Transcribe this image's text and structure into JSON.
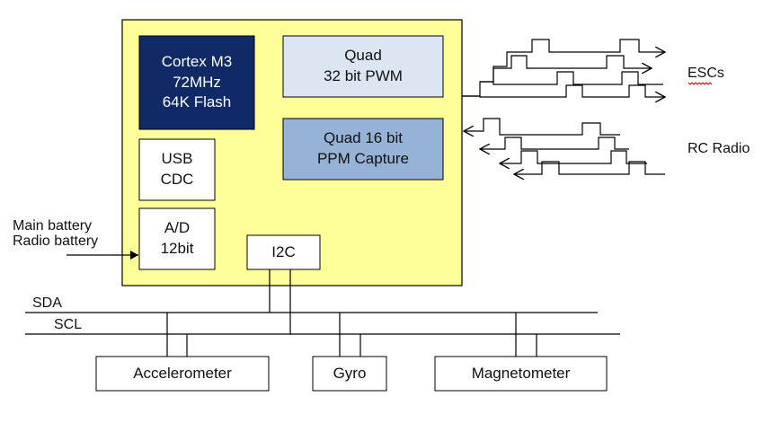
{
  "mcu": {
    "core_lines": [
      "Cortex M3",
      "72MHz",
      "64K Flash"
    ],
    "pwm_lines": [
      "Quad",
      "32 bit PWM"
    ],
    "ppm_lines": [
      "Quad 16 bit",
      "PPM Capture"
    ],
    "usb_lines": [
      "USB",
      "CDC"
    ],
    "adc_lines": [
      "A/D",
      "12bit"
    ],
    "i2c_label": "I2C"
  },
  "inputs": {
    "main_battery": "Main battery",
    "radio_battery": "Radio battery"
  },
  "outputs": {
    "escs": "ESCs",
    "rc_radio": "RC Radio"
  },
  "bus": {
    "sda": "SDA",
    "scl": "SCL"
  },
  "sensors": {
    "accelerometer": "Accelerometer",
    "gyro": "Gyro",
    "magnetometer": "Magnetometer"
  },
  "colors": {
    "mcu_fill": "#ffff99",
    "core_fill": "#0f2a66",
    "pwm_fill": "#dce6f2",
    "ppm_fill": "#95b3d7",
    "line": "#000000"
  }
}
